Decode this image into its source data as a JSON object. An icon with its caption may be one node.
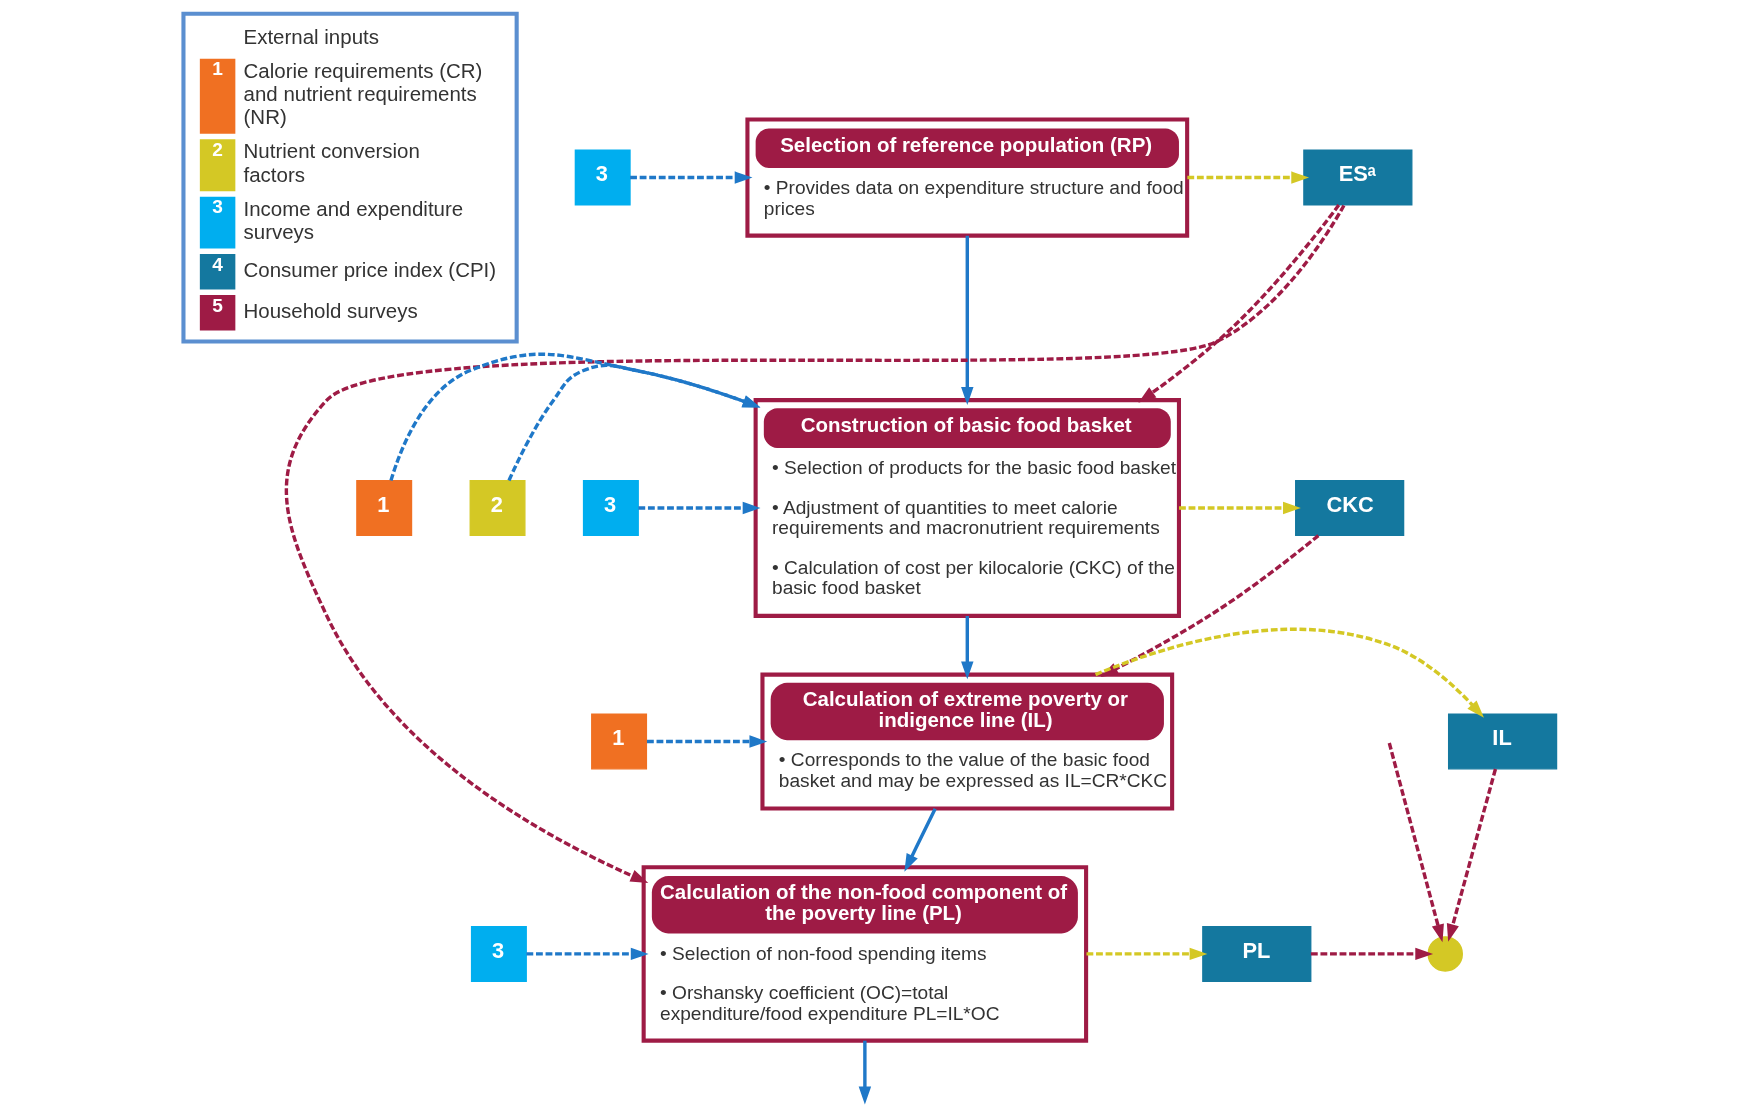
{
  "diagram": {
    "nodes": [
      {
        "text": [
          "3"
        ]
      },
      {
        "text": [
          "Selection of reference population (RP)",
          "• Provides data on expenditure structure and food prices"
        ]
      },
      {
        "text": [
          "ESᵃ"
        ]
      },
      {
        "text": [
          "1"
        ]
      },
      {
        "text": [
          "2"
        ]
      },
      {
        "text": [
          "3"
        ]
      },
      {
        "text": [
          "Construction of basic food basket",
          "• Selection of products for the basic food basket",
          "• Adjustment of quantities to meet calorie requirements and macronutrient requirements",
          "• Calculation of cost per kilocalorie (CKC) of the basic food basket"
        ]
      },
      {
        "text": [
          "CKC"
        ]
      },
      {
        "text": [
          "1"
        ]
      },
      {
        "text": [
          "Calculation of extreme poverty or indigence line (IL)",
          "• Corresponds to the value of the basic food basket and may be expressed as IL=CR*CKC"
        ]
      },
      {
        "text": [
          "IL"
        ]
      },
      {
        "text": [
          "3"
        ]
      },
      {
        "text": [
          "Calculation of the non-food component of the poverty line (PL)",
          "• Selection of non-food spending items",
          "• Orshansky coefficient (OC)=total expenditure/food expenditure PL=IL*OC"
        ]
      },
      {
        "text": [
          "PL"
        ]
      },
      {
        "text": [],
        "shape": "circle"
      }
    ],
    "edges": [
      {
        "from": 0,
        "to": 1,
        "arrow": "to",
        "style": "dashed",
        "color": "#1f78c8"
      },
      {
        "from": 1,
        "to": 2,
        "arrow": "to",
        "style": "dashed",
        "color": "#d4c825"
      },
      {
        "from": 1,
        "to": 6,
        "arrow": "to",
        "color": "#1f78c8"
      },
      {
        "from": 3,
        "to": 6,
        "arrow": "to",
        "style": "dashed",
        "color": "#1f78c8"
      },
      {
        "from": 4,
        "to": 6,
        "arrow": "to",
        "style": "dashed",
        "color": "#1f78c8"
      },
      {
        "from": 5,
        "to": 6,
        "arrow": "to",
        "style": "dashed",
        "color": "#1f78c8"
      },
      {
        "from": 2,
        "to": 6,
        "arrow": "to",
        "style": "dashed",
        "color": "#9e1b45"
      },
      {
        "from": 6,
        "to": 7,
        "arrow": "to",
        "style": "dashed",
        "color": "#d4c825"
      },
      {
        "from": 6,
        "to": 9,
        "arrow": "to",
        "color": "#1f78c8"
      },
      {
        "from": 8,
        "to": 9,
        "arrow": "to",
        "style": "dashed",
        "color": "#1f78c8"
      },
      {
        "from": 7,
        "to": 9,
        "arrow": "to",
        "style": "dashed",
        "color": "#9e1b45"
      },
      {
        "from": 9,
        "to": 10,
        "arrow": "to",
        "style": "dashed",
        "color": "#d4c825"
      },
      {
        "from": 9,
        "to": 12,
        "arrow": "to",
        "color": "#1f78c8"
      },
      {
        "from": 2,
        "to": 12,
        "arrow": "to",
        "style": "dashed",
        "color": "#9e1b45"
      },
      {
        "from": 10,
        "to": 14,
        "arrow": "to",
        "style": "dashed",
        "color": "#9e1b45"
      },
      {
        "from": 11,
        "to": 12,
        "arrow": "to",
        "style": "dashed",
        "color": "#1f78c8"
      },
      {
        "from": 12,
        "to": 13,
        "arrow": "to",
        "style": "dashed",
        "color": "#d4c825"
      },
      {
        "from": 13,
        "to": 14,
        "arrow": "to",
        "style": "dashed",
        "color": "#9e1b45"
      },
      {
        "from": null,
        "to": 14,
        "arrow": "to",
        "style": "dashed",
        "color": "#9e1b45"
      },
      {
        "from": 12,
        "to": null,
        "arrow": "to",
        "color": "#1f78c8"
      }
    ],
    "labels": [
      "External inputs",
      "1",
      "2",
      "3",
      "4",
      "5"
    ],
    "legend": [
      {
        "text": "Calorie requirements (CR) and nutrient requirements (NR)",
        "color": "#f07022"
      },
      {
        "text": "Nutrient conversion factors",
        "color": "#d4c825"
      },
      {
        "text": "Income and expenditure surveys",
        "color": "#00aeef"
      },
      {
        "text": "Consumer price index (CPI)",
        "color": "#14789f"
      },
      {
        "text": "Household surveys",
        "color": "#9e1b45"
      }
    ]
  }
}
